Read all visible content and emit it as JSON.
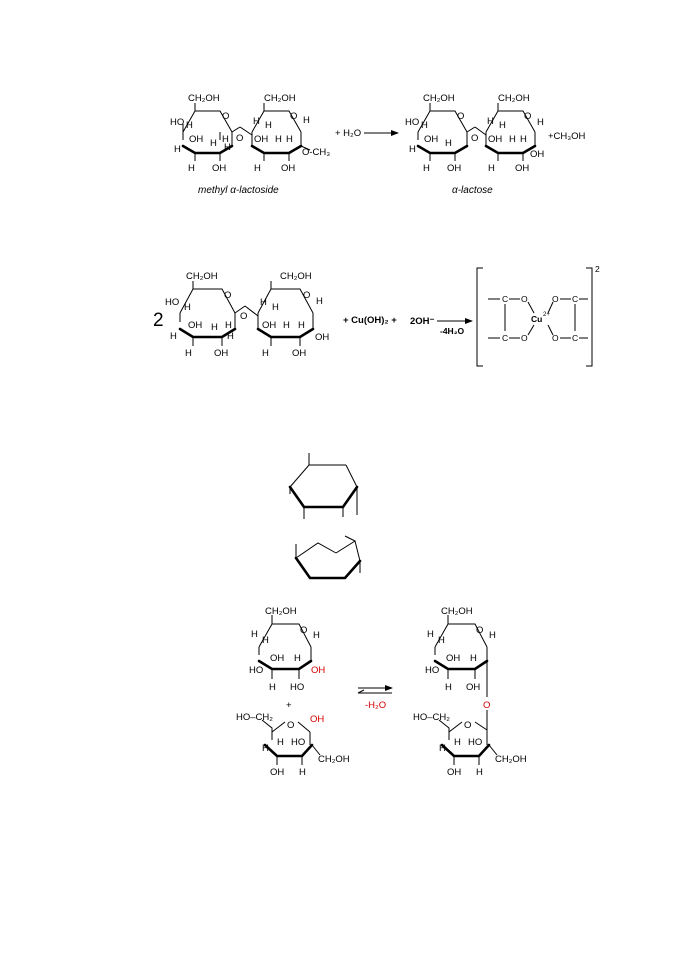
{
  "reaction1": {
    "reactant_caption": "methyl α-lactoside",
    "product_caption": "α-lactose",
    "water": "+ H₂O",
    "methanol": "+CH₃OH",
    "ring_labels": {
      "ch2oh": "CH₂OH",
      "ho": "HO",
      "h": "H",
      "oh": "OH",
      "o": "O",
      "och3": "O-CH₃"
    }
  },
  "reaction2": {
    "coefficient": "2",
    "cu_reagent": "+ Cu(OH)₂ +",
    "hydroxide": "2OH⁻",
    "water_loss": "-4H₂O",
    "charge": "2",
    "complex": {
      "c": "C",
      "o": "O",
      "cu": "Cu",
      "cu_charge": "2+"
    }
  },
  "reaction3": {
    "plus": "+",
    "water_loss": "-H₂O",
    "labels": {
      "ch2oh": "CH₂OH",
      "ho_ch2": "HO–CH₂",
      "ho": "HO",
      "h": "H",
      "oh": "OH",
      "o": "O"
    }
  },
  "colors": {
    "highlight": "#d40000",
    "ink": "#000000"
  }
}
